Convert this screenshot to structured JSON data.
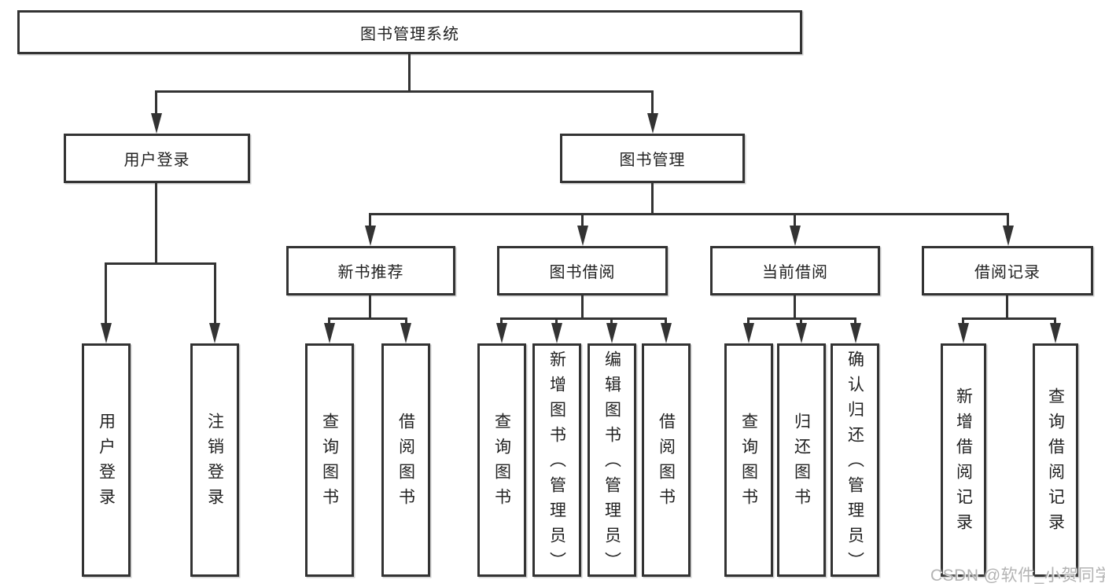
{
  "diagram": {
    "title": "图书管理系统",
    "type": "hierarchy-tree",
    "colors": {
      "background": "#ffffff",
      "line": "#333333",
      "text": "#222222",
      "watermark": "#b3b3b3"
    },
    "tree": {
      "label": "图书管理系统",
      "children": [
        {
          "label": "用户登录",
          "children": [
            {
              "label": "用户登录"
            },
            {
              "label": "注销登录"
            }
          ]
        },
        {
          "label": "图书管理",
          "children": [
            {
              "label": "新书推荐",
              "children": [
                {
                  "label": "查询图书"
                },
                {
                  "label": "借阅图书"
                }
              ]
            },
            {
              "label": "图书借阅",
              "children": [
                {
                  "label": "查询图书"
                },
                {
                  "label": "新增图书（管理员）"
                },
                {
                  "label": "编辑图书（管理员）"
                },
                {
                  "label": "借阅图书"
                }
              ]
            },
            {
              "label": "当前借阅",
              "children": [
                {
                  "label": "查询图书"
                },
                {
                  "label": "归还图书"
                },
                {
                  "label": "确认归还（管理员）"
                }
              ]
            },
            {
              "label": "借阅记录",
              "children": [
                {
                  "label": "新增借阅记录"
                },
                {
                  "label": "查询借阅记录"
                }
              ]
            }
          ]
        }
      ]
    },
    "watermark": "CSDN @软件_小贺同学"
  }
}
